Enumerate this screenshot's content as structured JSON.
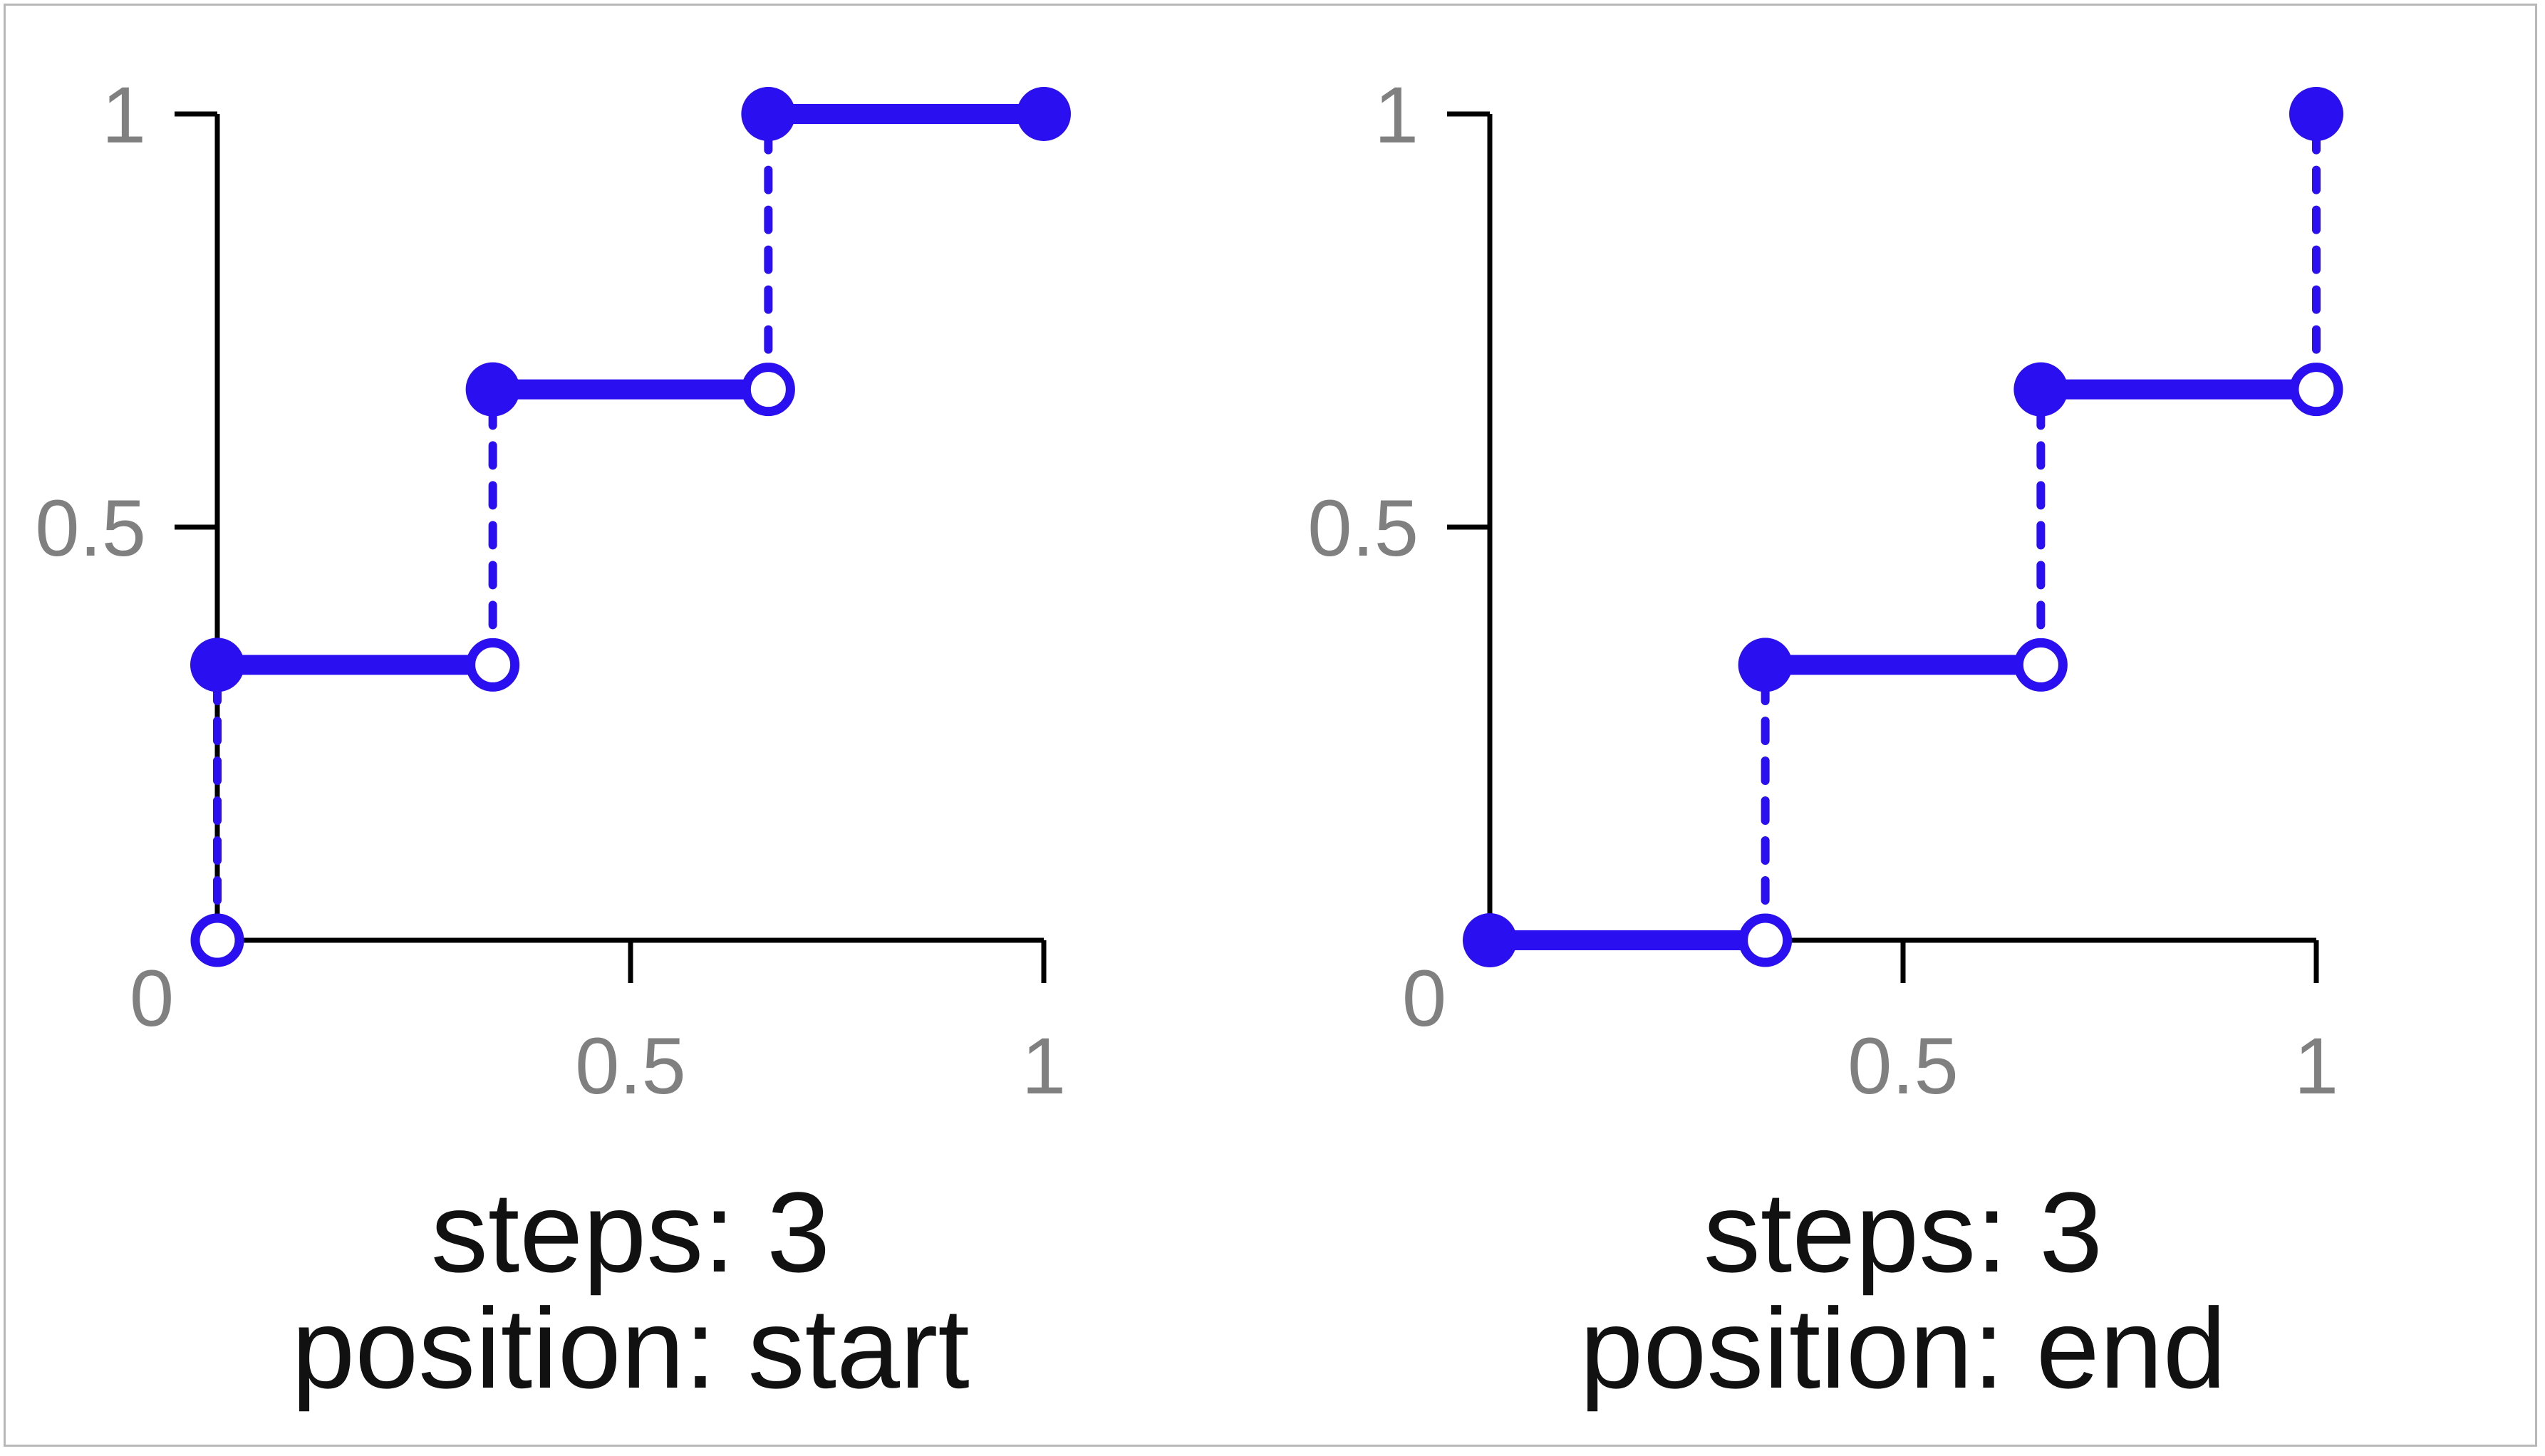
{
  "colors": {
    "step_color": "#2a0ff0",
    "axis_color": "#000000",
    "tick_label_color": "#808080",
    "guide_color": "#bbbbbb"
  },
  "chart_data": [
    {
      "type": "line",
      "step_count": 3,
      "step_position": "start",
      "xlim": [
        0,
        1
      ],
      "ylim": [
        0,
        1
      ],
      "x_ticks": [
        "0.5",
        "1"
      ],
      "y_ticks": [
        "0.5",
        "1"
      ],
      "origin_label": "0",
      "caption_lines": [
        "steps: 3",
        "position: start"
      ],
      "segments": [
        {
          "x0": 0,
          "x1": 0.3333,
          "y": 0.3333,
          "start_closed": true,
          "end_closed": false
        },
        {
          "x0": 0.3333,
          "x1": 0.6667,
          "y": 0.6667,
          "start_closed": true,
          "end_closed": false
        },
        {
          "x0": 0.6667,
          "x1": 1,
          "y": 1,
          "start_closed": true,
          "end_closed": true
        }
      ],
      "jumps": [
        {
          "x": 0,
          "y0": 0,
          "y1": 0.3333
        },
        {
          "x": 0.3333,
          "y0": 0.3333,
          "y1": 0.6667
        },
        {
          "x": 0.6667,
          "y0": 0.6667,
          "y1": 1
        }
      ],
      "open_points": [
        {
          "x": 0,
          "y": 0
        }
      ]
    },
    {
      "type": "line",
      "step_count": 3,
      "step_position": "end",
      "xlim": [
        0,
        1
      ],
      "ylim": [
        0,
        1
      ],
      "x_ticks": [
        "0.5",
        "1"
      ],
      "y_ticks": [
        "0.5",
        "1"
      ],
      "origin_label": "0",
      "caption_lines": [
        "steps: 3",
        "position: end"
      ],
      "segments": [
        {
          "x0": 0,
          "x1": 0.3333,
          "y": 0,
          "start_closed": true,
          "end_closed": false
        },
        {
          "x0": 0.3333,
          "x1": 0.6667,
          "y": 0.3333,
          "start_closed": true,
          "end_closed": false
        },
        {
          "x0": 0.6667,
          "x1": 1,
          "y": 0.6667,
          "start_closed": true,
          "end_closed": false
        }
      ],
      "jumps": [
        {
          "x": 0.3333,
          "y0": 0,
          "y1": 0.3333
        },
        {
          "x": 0.6667,
          "y0": 0.3333,
          "y1": 0.6667
        },
        {
          "x": 1,
          "y0": 0.6667,
          "y1": 1
        }
      ],
      "closed_points": [
        {
          "x": 1,
          "y": 1
        }
      ]
    }
  ]
}
